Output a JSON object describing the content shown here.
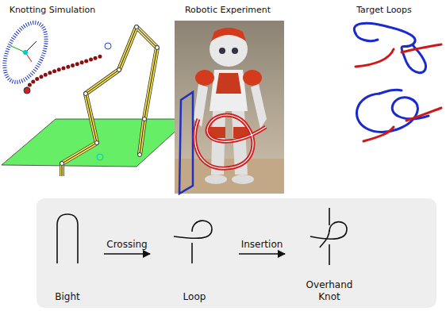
{
  "diagram": {
    "nodes": [
      {
        "text": [
          "Bight"
        ]
      },
      {
        "text": [
          "Loop"
        ]
      },
      {
        "text": [
          "Overhand Knot"
        ]
      }
    ],
    "edges": [
      {
        "from": 0,
        "to": 1,
        "arrow": "to",
        "label": "Crossing"
      },
      {
        "from": 1,
        "to": 2,
        "arrow": "to",
        "label": "Insertion"
      }
    ],
    "labels": [
      "Knotting Simulation",
      "Robotic Experiment",
      "Target Loops"
    ]
  }
}
